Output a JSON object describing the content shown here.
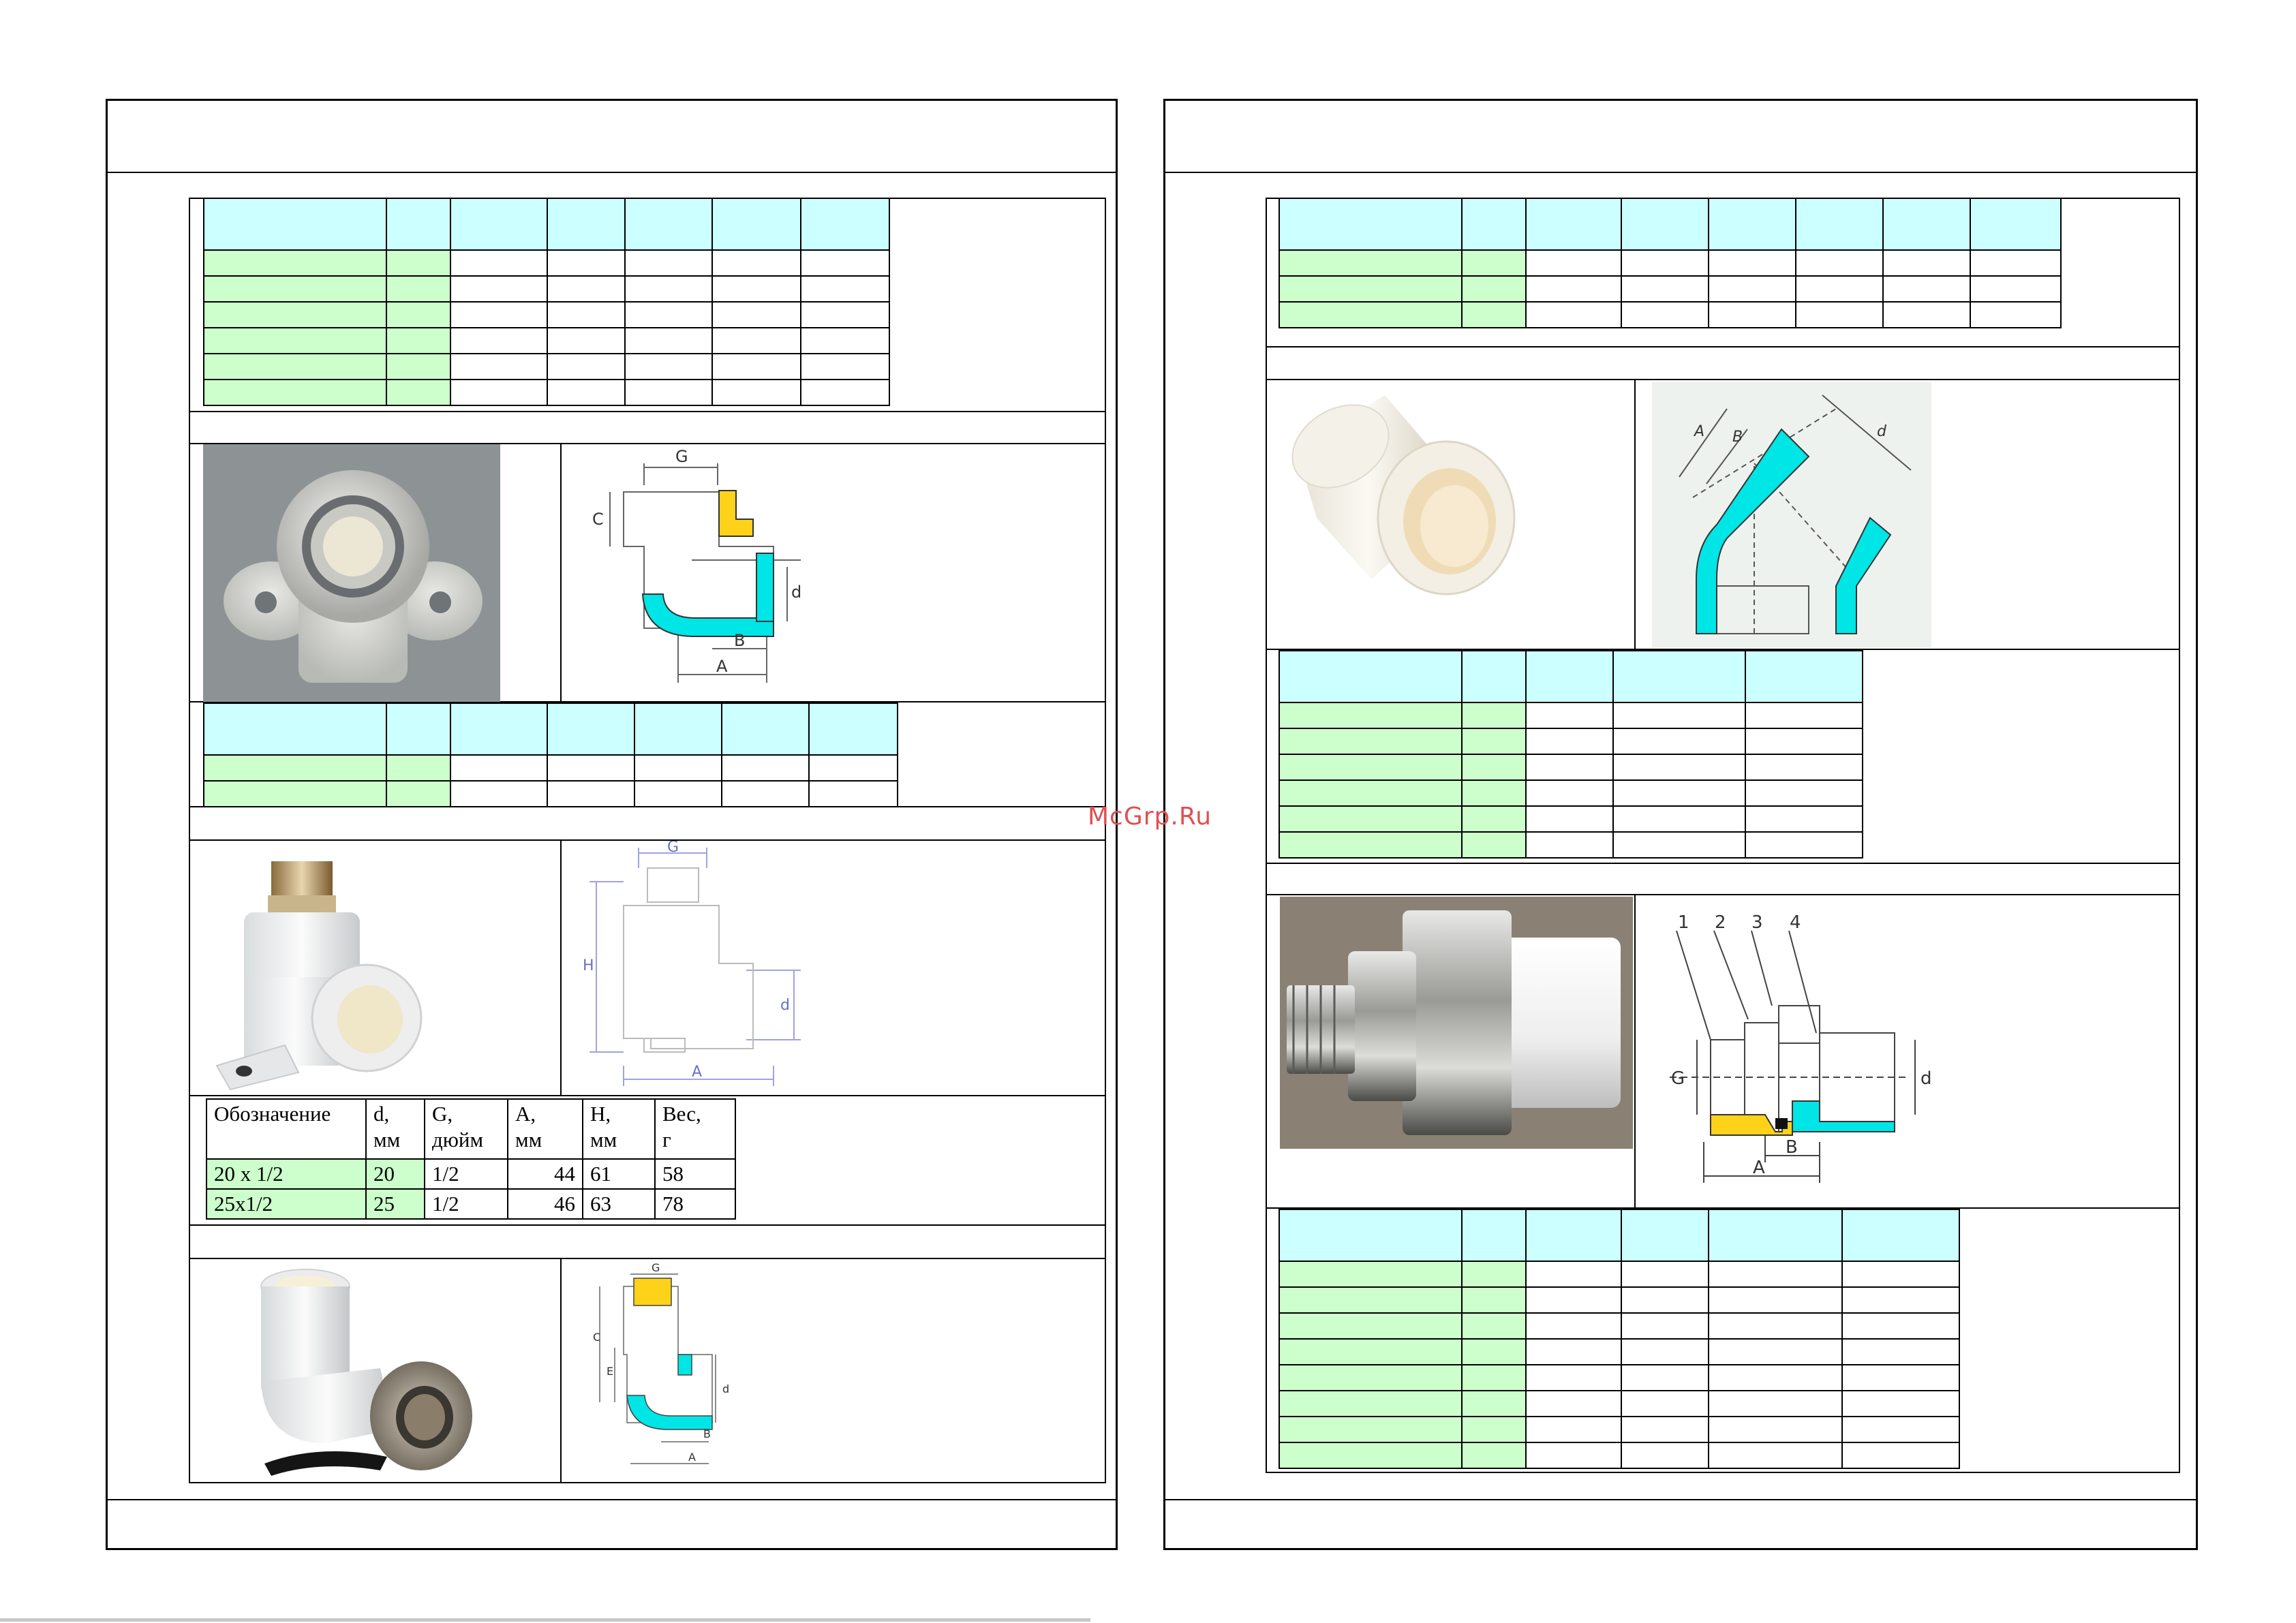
{
  "watermark": "McGrp.Ru",
  "left_page": {
    "table3": {
      "headers": [
        "Обозначение",
        "d,\nмм",
        "G,\nдюйм",
        "A,\nмм",
        "H,\nмм",
        "Вес,\nг"
      ],
      "rows": [
        [
          "20 x 1/2",
          "20",
          "1/2",
          "44",
          "61",
          "58"
        ],
        [
          "25x1/2",
          "25",
          "1/2",
          "46",
          "63",
          "78"
        ]
      ]
    },
    "drawing1": {
      "labels": [
        "G",
        "C",
        "d",
        "B",
        "A"
      ]
    },
    "drawing2": {
      "labels": [
        "G",
        "H",
        "d",
        "A"
      ]
    },
    "drawing3": {
      "labels": [
        "G",
        "C",
        "E",
        "d",
        "B",
        "A"
      ]
    }
  },
  "right_page": {
    "drawing1": {
      "labels": [
        "A",
        "B",
        "d"
      ]
    },
    "drawing2": {
      "labels": [
        "1",
        "2",
        "3",
        "4",
        "G",
        "d",
        "A",
        "B"
      ]
    }
  },
  "colors": {
    "header_fill": "#ccffff",
    "first_cols_fill": "#ccffcc",
    "pipe_cyan": "#00e5e5",
    "brass_yellow": "#ffd21a",
    "watermark": "#e05050"
  }
}
